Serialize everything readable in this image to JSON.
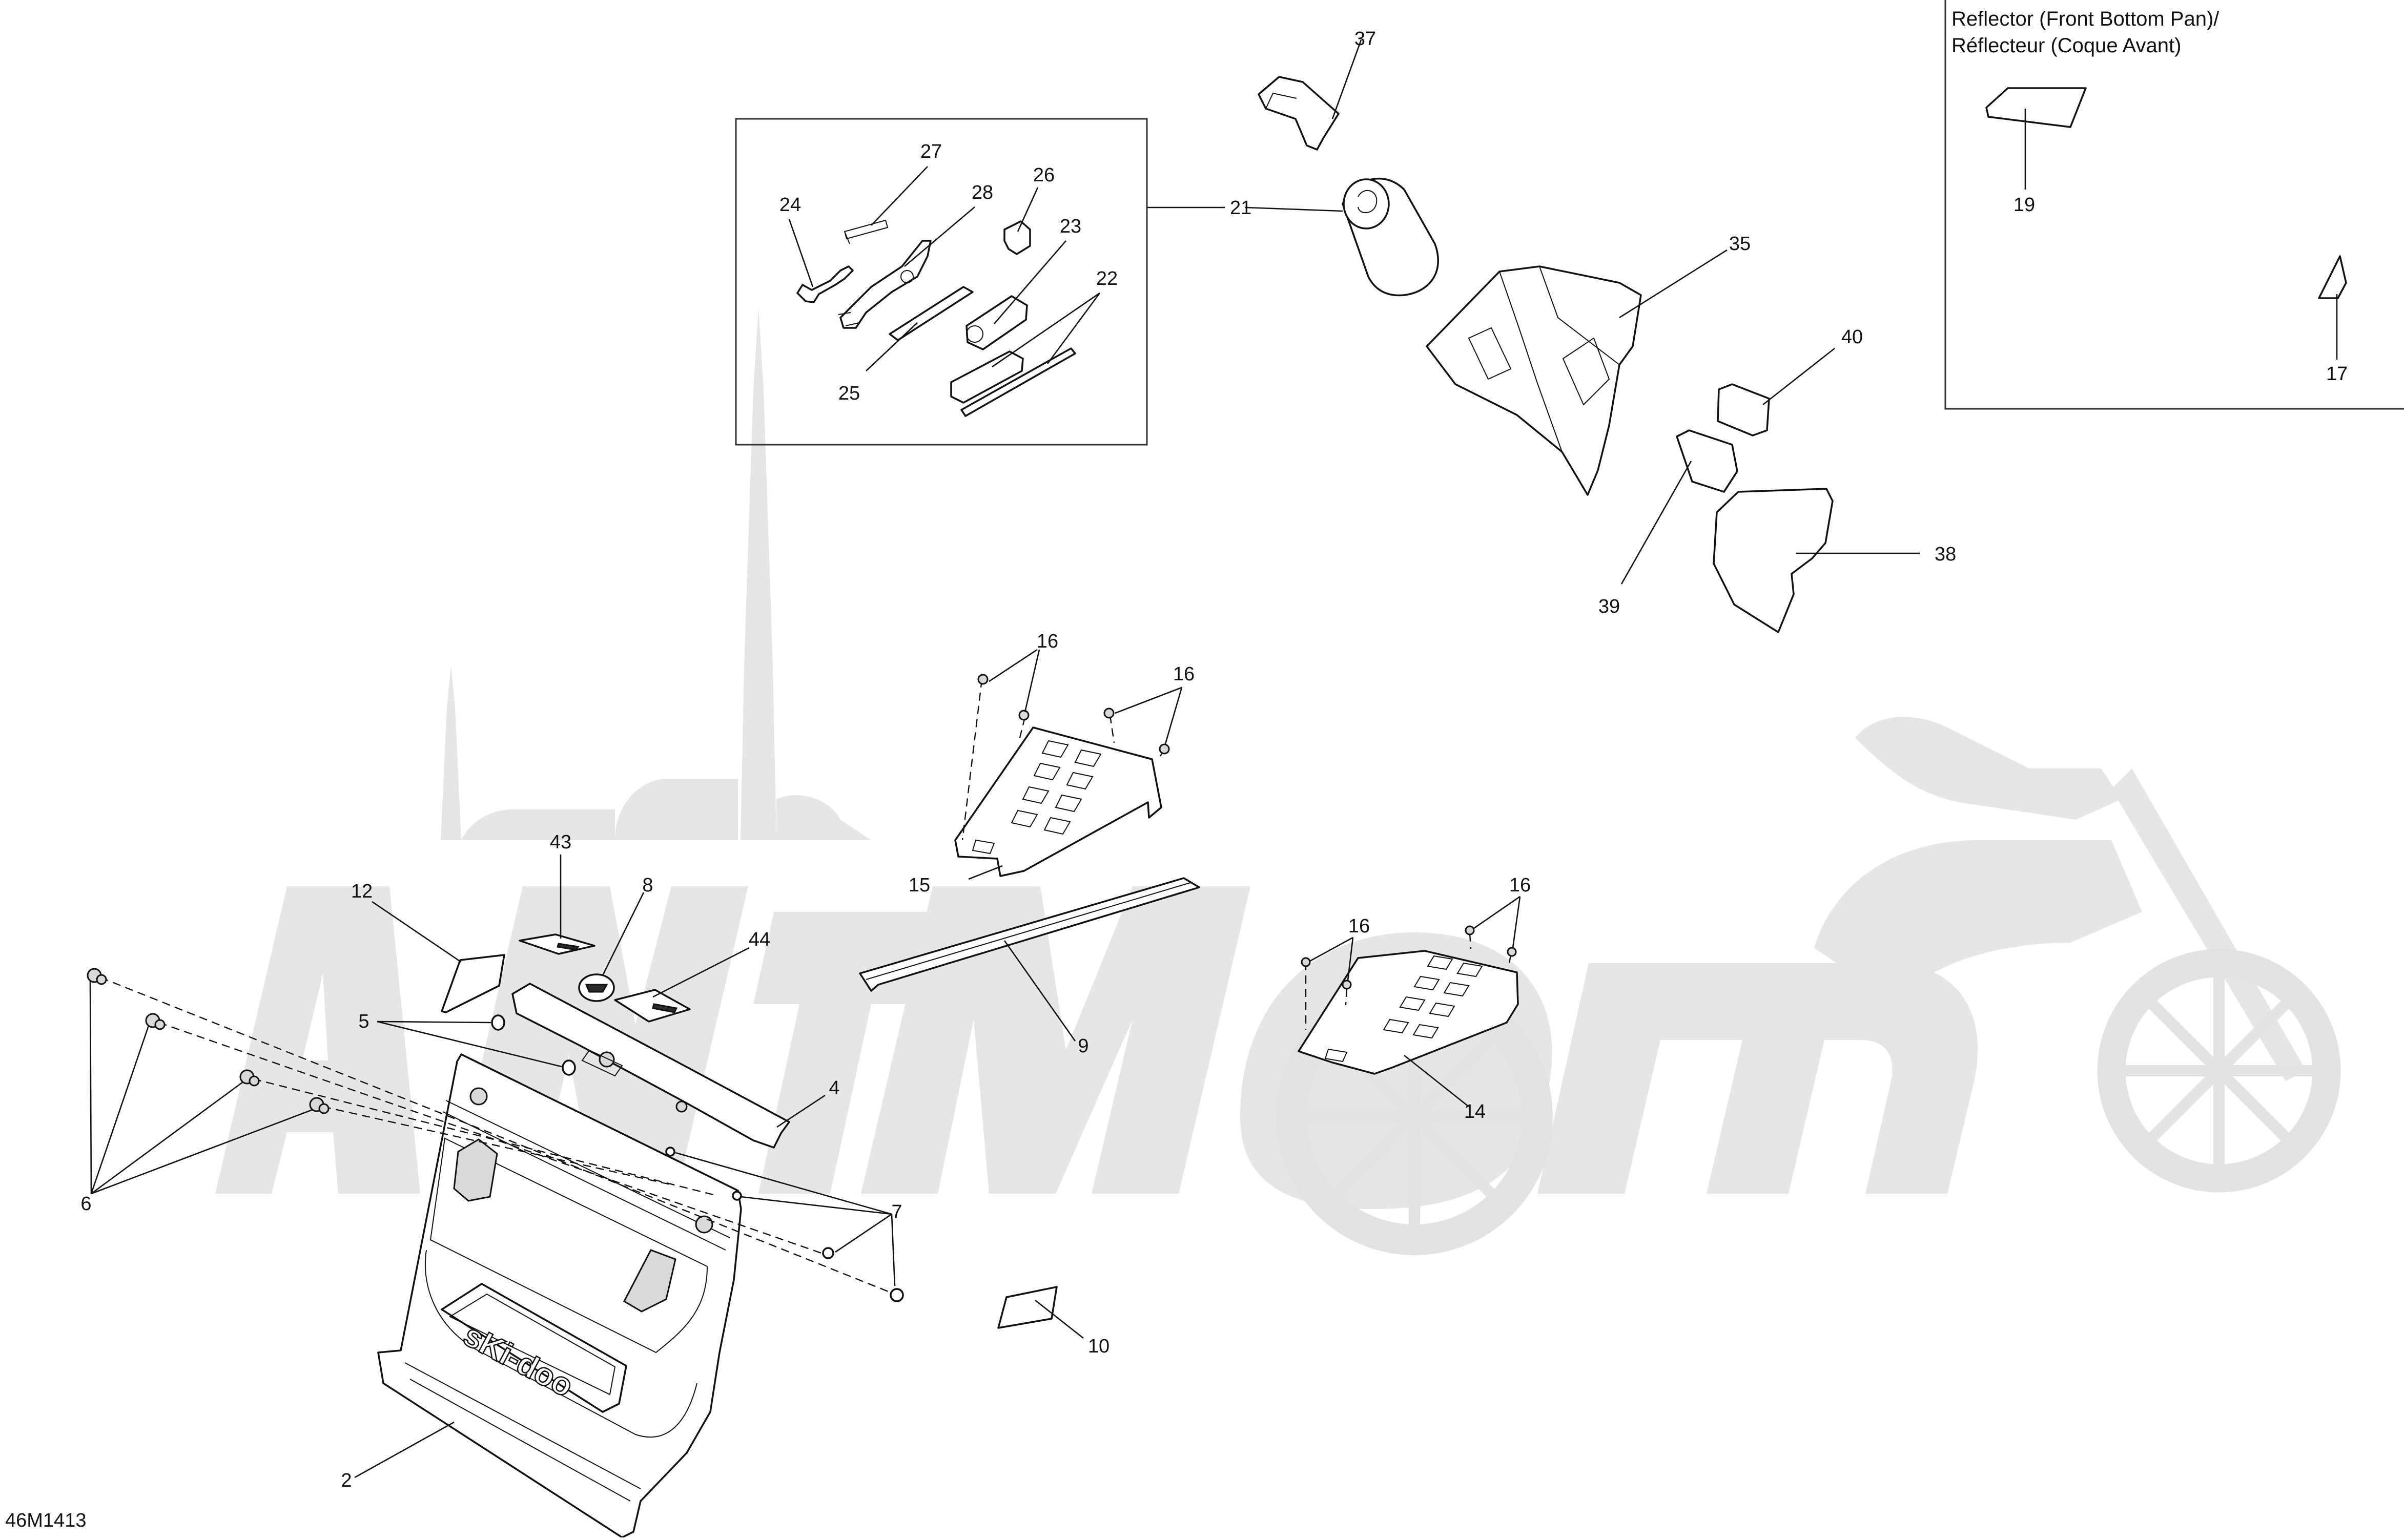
{
  "diagram_code": "46M1413",
  "inset": {
    "title_line1": "Reflector (Front Bottom Pan)/",
    "title_line2": "Réflecteur (Coque Avant)"
  },
  "labels": {
    "l2": "2",
    "l4": "4",
    "l5": "5",
    "l6": "6",
    "l7": "7",
    "l8": "8",
    "l9": "9",
    "l10": "10",
    "l12": "12",
    "l14": "14",
    "l15": "15",
    "l16a": "16",
    "l16b": "16",
    "l16c": "16",
    "l16d": "16",
    "l17": "17",
    "l19": "19",
    "l21": "21",
    "l22": "22",
    "l23": "23",
    "l24": "24",
    "l25": "25",
    "l26": "26",
    "l27": "27",
    "l28": "28",
    "l35": "35",
    "l37": "37",
    "l38": "38",
    "l39": "39",
    "l40": "40",
    "l43": "43",
    "l44": "44"
  },
  "colors": {
    "line": "#111111",
    "watermark": "#e6e6e6",
    "background": "#ffffff"
  }
}
